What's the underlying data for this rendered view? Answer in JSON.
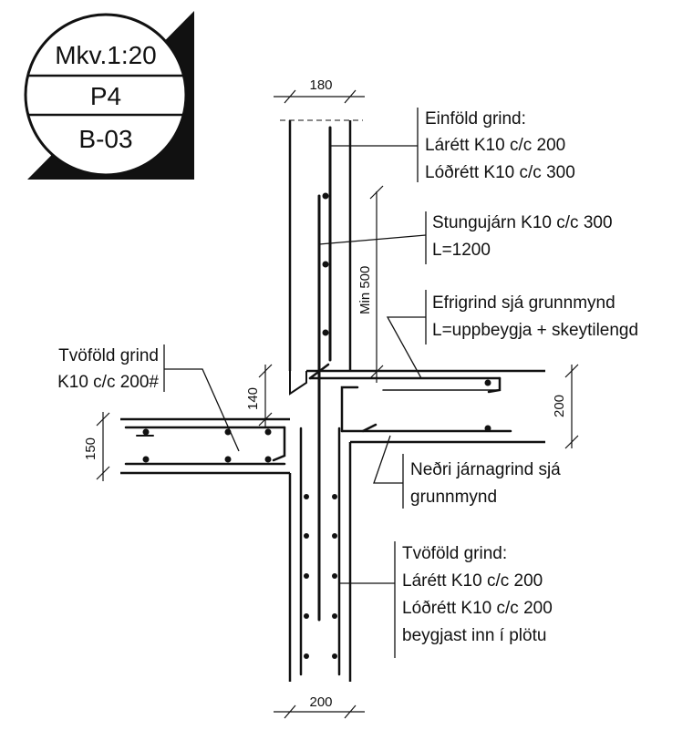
{
  "title_block": {
    "scale": "Mkv.1:20",
    "detail_no": "P4",
    "sheet": "B-03"
  },
  "dimensions": {
    "wall_top_width": "180",
    "wall_bottom_width": "200",
    "lap_min": "Min 500",
    "left_slab_step": "140",
    "left_slab_thickness": "150",
    "right_slab_thickness": "200"
  },
  "notes": {
    "upper_wall": [
      "Einföld grind:",
      "Lárétt K10 c/c 200",
      "Lóðrétt K10 c/c 300"
    ],
    "starter_bars": [
      "Stungujárn K10 c/c 300",
      "L=1200"
    ],
    "top_mesh": [
      "Efrigrind sjá grunnmynd",
      "L=uppbeygja + skeytilengd"
    ],
    "left_slab": [
      "Tvöföld grind",
      "K10 c/c 200#"
    ],
    "bottom_mesh": [
      "Neðri járnagrind sjá",
      "grunnmynd"
    ],
    "lower_wall": [
      "Tvöföld grind:",
      "Lárétt K10 c/c 200",
      "Lóðrétt K10 c/c 200",
      "beygjast inn í plötu"
    ]
  },
  "colors": {
    "ink": "#111111",
    "paper": "#ffffff"
  }
}
